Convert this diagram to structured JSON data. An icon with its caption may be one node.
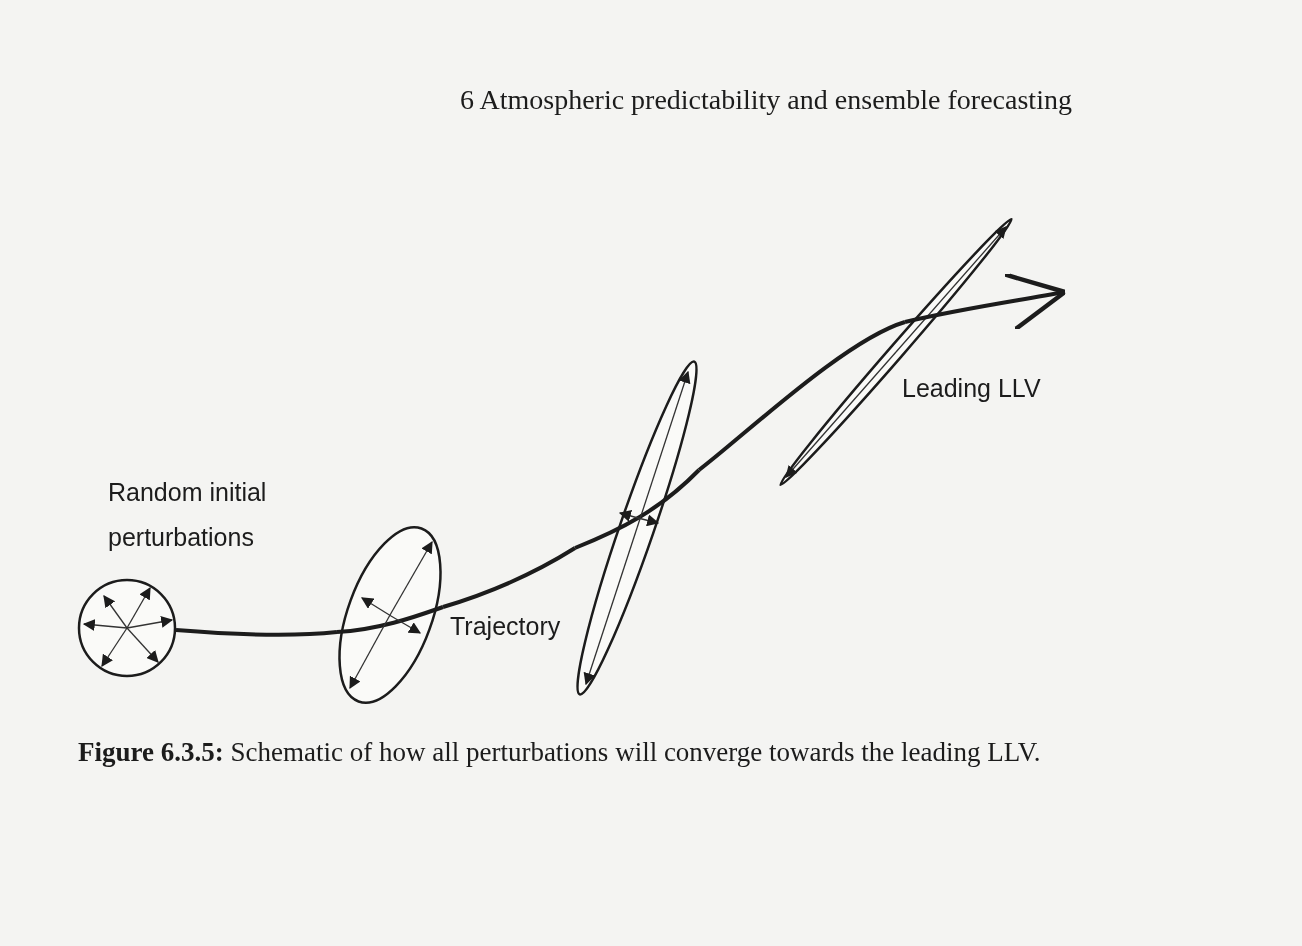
{
  "diagram": {
    "caption": "**Figure 6.3.5:** Schematic of how all perturbations will converge towards the leading LLV.",
    "nodes": [
      {
        "text": [],
        "shape": "circle",
        "beside": [
          "Random initial perturbations"
        ]
      },
      {
        "text": [],
        "shape": "ellipse"
      },
      {
        "text": [],
        "shape": "ellipse"
      },
      {
        "text": [],
        "shape": "ellipse",
        "beside": [
          "Leading LLV"
        ]
      }
    ],
    "edges": [
      {
        "from": 0,
        "to": 1,
        "arrow": "none"
      },
      {
        "from": 1,
        "to": 2,
        "arrow": "none",
        "label": "Trajectory"
      },
      {
        "from": 2,
        "to": 3,
        "arrow": "none"
      },
      {
        "from": 3,
        "to": null,
        "arrow": "to"
      }
    ],
    "labels": [
      "6 Atmospheric predictability and ensemble forecasting"
    ]
  }
}
